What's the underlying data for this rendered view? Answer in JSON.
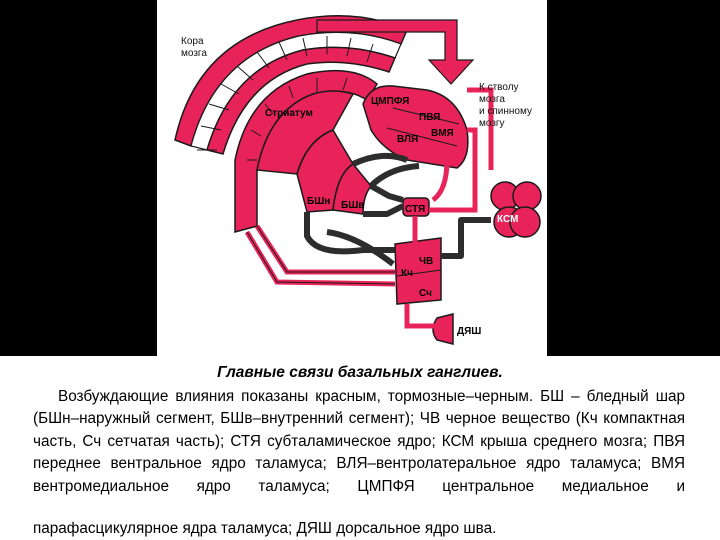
{
  "diagram": {
    "labels": {
      "cortex": [
        "Кора",
        "мозга"
      ],
      "striatum": "Стриатум",
      "cmpfya": "ЦМПФЯ",
      "pvya": "ПВЯ",
      "vlya": "ВЛЯ",
      "vmya": "ВМЯ",
      "brainstem": [
        "К стволу",
        "мозга",
        "и спинному",
        "мозгу"
      ],
      "bshn": "БШн",
      "bshv": "БШв",
      "stya": "СТЯ",
      "ksm": "КСМ",
      "chv": "ЧВ",
      "kch": "Кч",
      "sch": "Сч",
      "dyash": "ДЯШ"
    },
    "colors": {
      "excitatory": "#e8235a",
      "inhibitory": "#2d2d2d",
      "outline": "#1a1a1a"
    }
  },
  "caption": {
    "title": "Главные связи базальных ганглиев.",
    "body": "Возбуждающие влияния показаны красным, тормозные–черным. БШ – бледный шар (БШн–наружный сегмент, БШв–внутренний сегмент); ЧВ черное вещество (Кч компактная часть, Сч сетчатая часть); СТЯ субталамическое ядро; КСМ крыша среднего мозга; ПВЯ переднее вентральное ядро таламуса; ВЛЯ–вентролатеральное ядро таламуса; ВМЯ вентромедиальное ядро таламуса; ЦМПФЯ центральное медиальное и",
    "last_line": "парафасцикулярное ядра таламуса; ДЯШ дорсальное ядро шва."
  }
}
